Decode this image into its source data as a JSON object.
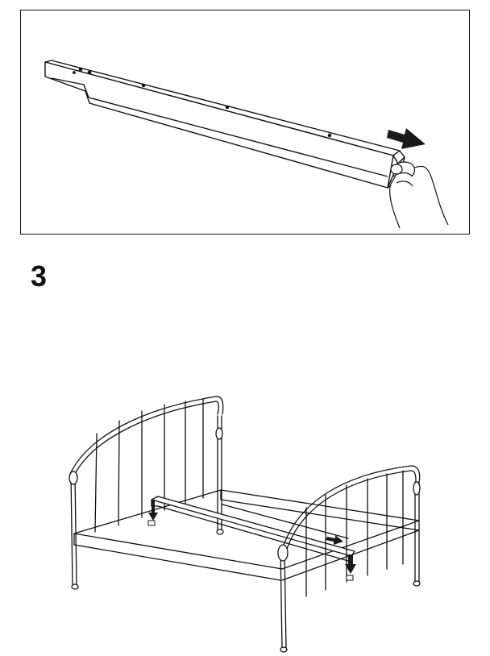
{
  "step": {
    "number": "3"
  },
  "colors": {
    "ink": "#111111",
    "paper": "#ffffff",
    "arrow": "#1a1a1a"
  },
  "illustrations": {
    "top_panel": {
      "icon": "slat-rail-detail",
      "arrow": "arrow-right-icon"
    },
    "main": {
      "icon": "metal-bed-frame",
      "arrows": [
        "arrow-down-icon",
        "arrow-right-icon",
        "arrow-down-icon"
      ]
    }
  }
}
